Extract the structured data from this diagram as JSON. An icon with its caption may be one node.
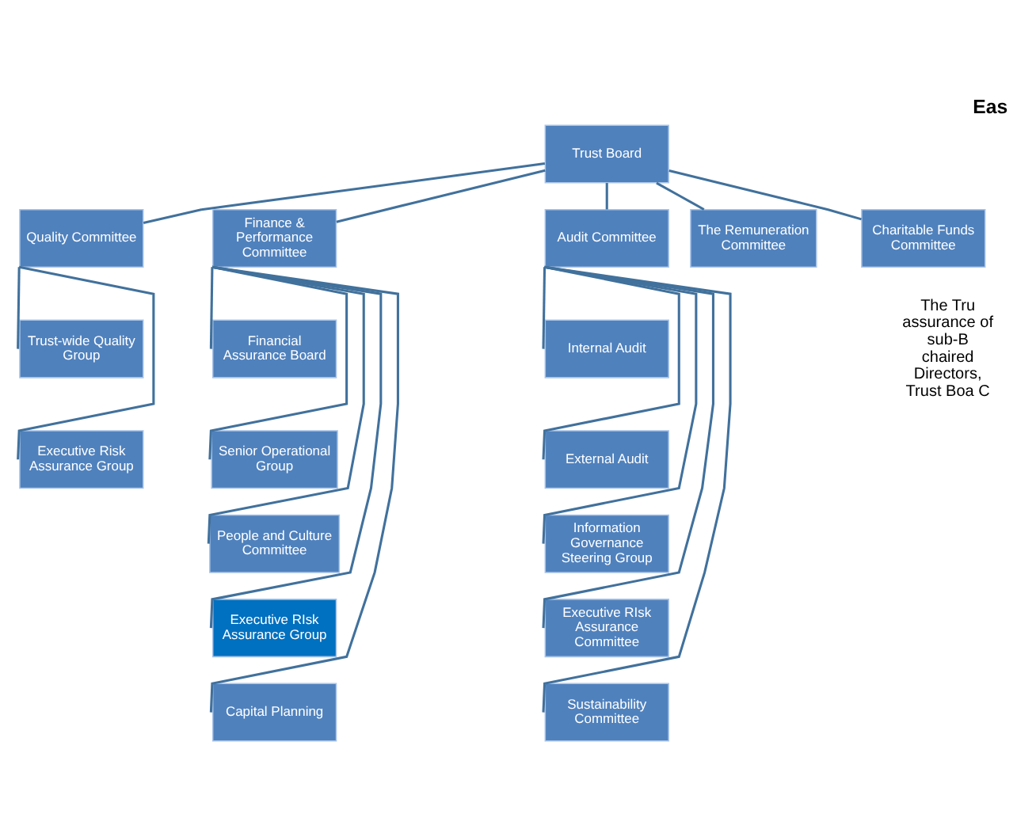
{
  "diagram": {
    "title": "Eas",
    "nodes": [
      {
        "text": [
          "Trust Board"
        ]
      },
      {
        "text": [
          "Quality Committee"
        ]
      },
      {
        "text": [
          "Finance & Performance Committee"
        ]
      },
      {
        "text": [
          "Audit Committee"
        ]
      },
      {
        "text": [
          "The Remuneration Committee"
        ]
      },
      {
        "text": [
          "Charitable Funds Committee"
        ]
      },
      {
        "text": [
          "Trust-wide Quality Group"
        ]
      },
      {
        "text": [
          "Executive Risk Assurance Group"
        ]
      },
      {
        "text": [
          "Financial Assurance Board"
        ]
      },
      {
        "text": [
          "Senior Operational Group"
        ]
      },
      {
        "text": [
          "People and Culture Committee"
        ]
      },
      {
        "text": [
          "Executive RIsk Assurance Group"
        ]
      },
      {
        "text": [
          "Capital Planning"
        ]
      },
      {
        "text": [
          "Internal Audit"
        ]
      },
      {
        "text": [
          "External Audit"
        ]
      },
      {
        "text": [
          "Information Governance Steering Group"
        ]
      },
      {
        "text": [
          "Executive RIsk Assurance Committee"
        ]
      },
      {
        "text": [
          "Sustainability Committee"
        ]
      }
    ],
    "edges": [
      {
        "from": 0,
        "to": 1,
        "arrow": "none"
      },
      {
        "from": 0,
        "to": 2,
        "arrow": "none"
      },
      {
        "from": 0,
        "to": 3,
        "arrow": "none"
      },
      {
        "from": 0,
        "to": 4,
        "arrow": "none"
      },
      {
        "from": 0,
        "to": 5,
        "arrow": "none"
      },
      {
        "from": 1,
        "to": 6,
        "arrow": "none"
      },
      {
        "from": 1,
        "to": 7,
        "arrow": "none"
      },
      {
        "from": 2,
        "to": 8,
        "arrow": "none"
      },
      {
        "from": 2,
        "to": 9,
        "arrow": "none"
      },
      {
        "from": 2,
        "to": 10,
        "arrow": "none"
      },
      {
        "from": 2,
        "to": 11,
        "arrow": "none"
      },
      {
        "from": 2,
        "to": 12,
        "arrow": "none"
      },
      {
        "from": 3,
        "to": 13,
        "arrow": "none"
      },
      {
        "from": 3,
        "to": 14,
        "arrow": "none"
      },
      {
        "from": 3,
        "to": 15,
        "arrow": "none"
      },
      {
        "from": 3,
        "to": 16,
        "arrow": "none"
      },
      {
        "from": 3,
        "to": 17,
        "arrow": "none"
      }
    ],
    "labels": [
      "The Tru assurance of sub-B chaired Directors, Trust Boa C"
    ]
  }
}
